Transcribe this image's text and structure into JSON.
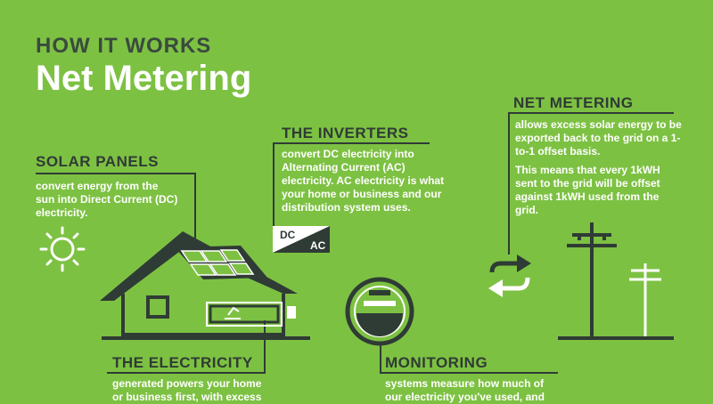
{
  "header": {
    "kicker": "HOW IT WORKS",
    "title": "Net Metering"
  },
  "sections": {
    "solar_panels": {
      "heading": "SOLAR PANELS",
      "text": "convert energy from the sun into Direct Current (DC) electricity."
    },
    "inverters": {
      "heading": "THE INVERTERS",
      "text": "convert DC electricity into Alternating Current (AC) electricity. AC electricity is what your home or business and our distribution system uses."
    },
    "net_metering": {
      "heading": "NET METERING",
      "text1": "allows excess solar energy to be exported back to the grid on a 1-to-1 offset basis.",
      "text2": "This means that every 1kWH sent to the grid will be offset against 1kWH used from the grid."
    },
    "electricity": {
      "heading": "THE ELECTRICITY",
      "text": "generated powers your home or business first, with excess"
    },
    "monitoring": {
      "heading": "MONITORING",
      "text": "systems measure how much of our electricity you've used, and"
    }
  },
  "inverter_sign": {
    "top": "DC",
    "bottom": "AC"
  },
  "colors": {
    "background": "#7dc142",
    "dark": "#2f3b35",
    "text": "#ffffff"
  }
}
